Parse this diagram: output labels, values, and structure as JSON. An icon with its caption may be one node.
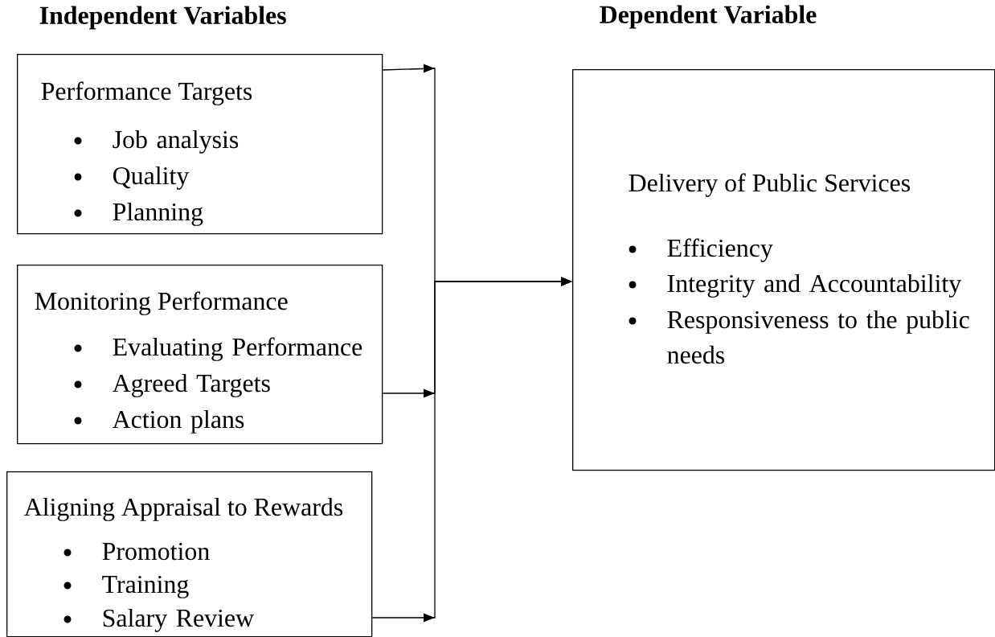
{
  "diagram": {
    "nodes": [
      {
        "text": [
          "Performance Targets",
          "Job analysis",
          "Quality",
          "Planning"
        ]
      },
      {
        "text": [
          "Monitoring Performance",
          "Evaluating Performance",
          "Agreed Targets",
          "Action plans"
        ]
      },
      {
        "text": [
          "Aligning Appraisal to Rewards",
          "Promotion",
          "Training",
          "Salary Review"
        ]
      },
      {
        "text": [
          "Delivery of Public Services",
          "Efficiency",
          "Integrity and Accountability",
          "Responsiveness to the public needs"
        ]
      }
    ],
    "edges": [
      {
        "from": 0,
        "to": 3,
        "arrow": "to"
      },
      {
        "from": 1,
        "to": 3,
        "arrow": "to"
      },
      {
        "from": 2,
        "to": 3,
        "arrow": "to"
      }
    ],
    "labels": [
      "Independent Variables",
      "Dependent Variable"
    ]
  }
}
